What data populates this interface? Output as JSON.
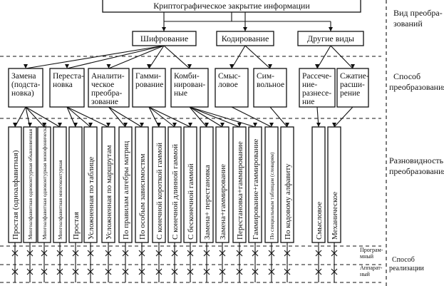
{
  "top": {
    "label": "Криптографическое закрытие информации"
  },
  "right_labels": {
    "vid": [
      "Вид преобра-",
      "зований"
    ],
    "sposob": [
      "Способ",
      "преобразования"
    ],
    "raznovidnost": [
      "Разновидность",
      "преобразования"
    ],
    "realizaciya": [
      "Способ",
      "реализации"
    ]
  },
  "impl": {
    "prog": [
      "Програм-",
      "мный"
    ],
    "app": [
      "Аппарат-",
      "ный"
    ]
  },
  "kinds": [
    {
      "id": "shifr",
      "label": "Шифрование"
    },
    {
      "id": "kodir",
      "label": "Кодирование"
    },
    {
      "id": "drugie",
      "label": "Другие виды"
    }
  ],
  "methods": [
    {
      "id": "zamena",
      "lines": [
        "Замена",
        "(подста-",
        "новка)"
      ]
    },
    {
      "id": "perest",
      "lines": [
        "Переста-",
        "новка"
      ]
    },
    {
      "id": "analit",
      "lines": [
        "Аналити-",
        "ческое",
        "преобра-",
        "зование"
      ]
    },
    {
      "id": "gamm",
      "lines": [
        "Гамми-",
        "рование"
      ]
    },
    {
      "id": "komb",
      "lines": [
        "Комби-",
        "нирован-",
        "ные"
      ]
    },
    {
      "id": "smysl",
      "lines": [
        "Смыс-",
        "ловое"
      ]
    },
    {
      "id": "simv",
      "lines": [
        "Сим-",
        "вольное"
      ]
    },
    {
      "id": "rassech",
      "lines": [
        "Рассече-",
        "ние-",
        "разнесе-",
        "ние"
      ]
    },
    {
      "id": "szhatie",
      "lines": [
        "Сжатие-",
        "расши-",
        "рение"
      ]
    }
  ],
  "varieties": [
    {
      "id": "v1",
      "text": "Простая (одноалфавитная)"
    },
    {
      "id": "v2",
      "text": "Многоалфавитная одноконтурная обыкновенная"
    },
    {
      "id": "v3",
      "text": "Многоалфавитная одноконтурная монофоническая"
    },
    {
      "id": "v4",
      "text": "Многоалфавитная многоконтурная"
    },
    {
      "id": "v5",
      "text": "Простая"
    },
    {
      "id": "v6",
      "text": "Усложненная по таблице"
    },
    {
      "id": "v7",
      "text": "Усложненная по маршрутам"
    },
    {
      "id": "v8",
      "text": "По правилам алгебры матриц"
    },
    {
      "id": "v9",
      "text": "По особым зависимостям"
    },
    {
      "id": "v10",
      "text": "С конечной короткой гаммой"
    },
    {
      "id": "v11",
      "text": "С конечной длинной гаммой"
    },
    {
      "id": "v12",
      "text": "С бесконечной гаммой"
    },
    {
      "id": "v13",
      "text": "Замена+ перестановка"
    },
    {
      "id": "v14",
      "text": "Замена+гаммирование"
    },
    {
      "id": "v15",
      "text": "Перестановка+гаммирование"
    },
    {
      "id": "v16",
      "text": "Гаммирование+гаммирование"
    },
    {
      "id": "v17",
      "text": "По специальным таблицам (словарям)"
    },
    {
      "id": "v18",
      "text": "По кодовому алфавиту"
    },
    {
      "id": "v19",
      "text": "Смысловое"
    },
    {
      "id": "v20",
      "text": "Механическое"
    }
  ]
}
